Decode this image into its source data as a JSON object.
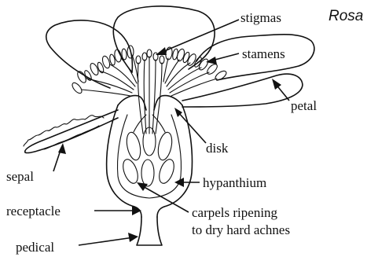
{
  "title": "Rosa",
  "labels": {
    "stigmas": "stigmas",
    "stamens": "stamens",
    "petal": "petal",
    "disk": "disk",
    "sepal": "sepal",
    "hypanthium": "hypanthium",
    "receptacle": "receptacle",
    "carpels_line1": "carpels ripening",
    "carpels_line2": "to dry hard achnes",
    "pedical": "pedical"
  }
}
